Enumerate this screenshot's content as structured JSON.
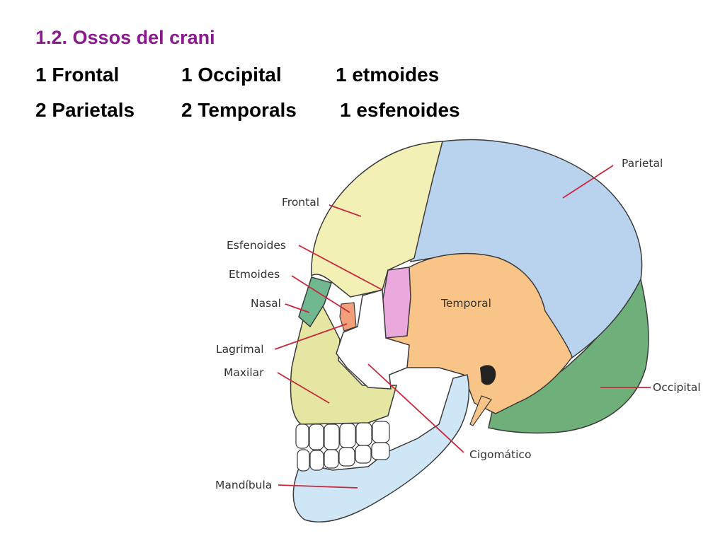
{
  "title": "1.2. Ossos del crani",
  "rows": [
    [
      "1 Frontal",
      "1 Occipital",
      "1 etmoides"
    ],
    [
      "2 Parietals",
      "2 Temporals",
      "1 esfenoides"
    ]
  ],
  "diagram": {
    "labels": {
      "parietal": "Parietal",
      "frontal": "Frontal",
      "esfenoides": "Esfenoides",
      "etmoides": "Etmoides",
      "nasal": "Nasal",
      "lagrimal": "Lagrimal",
      "maxilar": "Maxilar",
      "temporal": "Temporal",
      "occipital": "Occipital",
      "cigomatico": "Cigomático",
      "mandibula": "Mandíbula"
    },
    "colors": {
      "parietal": "#b9d3ee",
      "frontal": "#f3f0b6",
      "occipital": "#6fb07a",
      "temporal": "#f8c488",
      "esfenoides": "#eaa8dd",
      "nasal": "#6fb890",
      "maxilar": "#e4e6a2",
      "cigomatico": "#ffffff",
      "mandibula": "#cfe6f6",
      "lagrimal": "#f3a07a",
      "leader_line": "#c8283c"
    }
  }
}
